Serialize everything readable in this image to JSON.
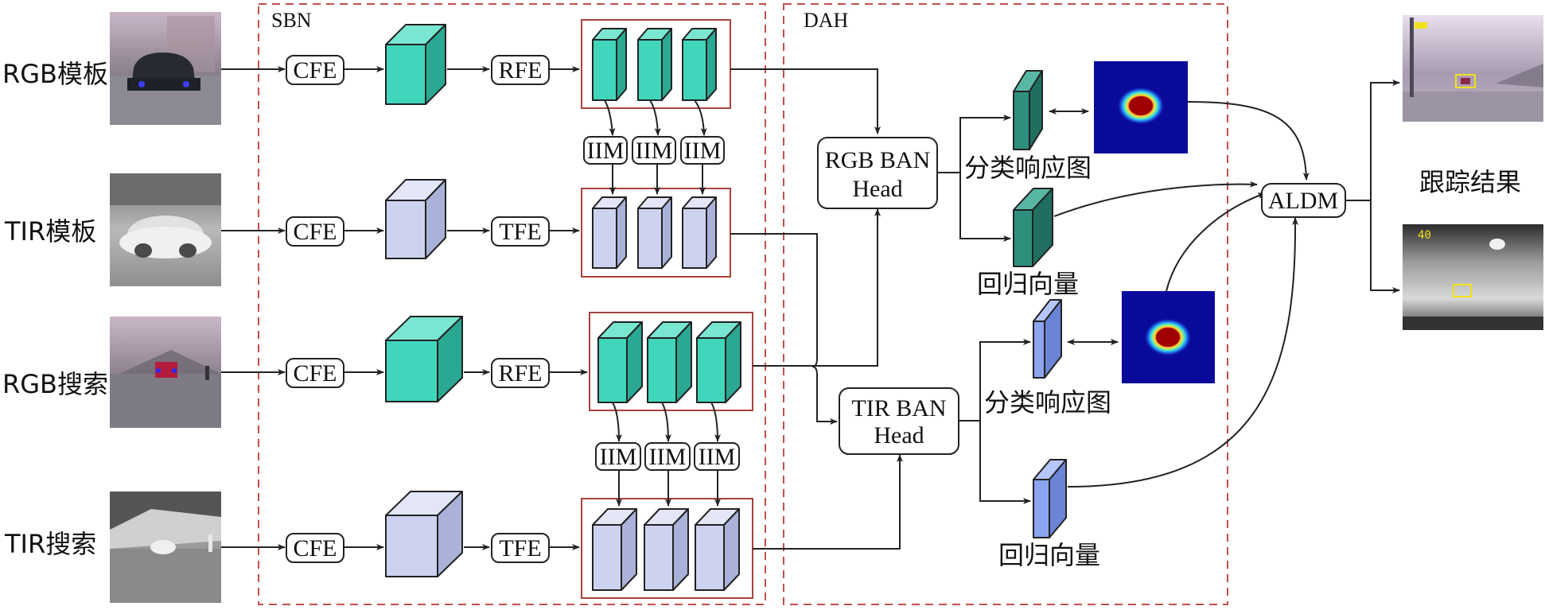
{
  "colors": {
    "teal_front": "#40d6bc",
    "teal_top": "#79e6d2",
    "teal_side": "#2aa892",
    "lav_front": "#cdd3ee",
    "lav_top": "#e2e6f7",
    "lav_side": "#aab2da",
    "dark_teal": "#2e8f7d",
    "blue_feat": "#8aa4f0",
    "dashed_border": "#c0504d",
    "stack_border": "#a8433e",
    "heatmap_bg": "#0a0a9a"
  },
  "sections": {
    "sbn": "SBN",
    "dah": "DAH"
  },
  "inputs": {
    "rgb_template": "RGB模板",
    "tir_template": "TIR模板",
    "rgb_search": "RGB搜索",
    "tir_search": "TIR搜索"
  },
  "modules": {
    "cfe": "CFE",
    "rfe": "RFE",
    "tfe": "TFE",
    "iim": "IIM",
    "rgb_ban_head": [
      "RGB BAN",
      "Head"
    ],
    "tir_ban_head": [
      "TIR BAN",
      "Head"
    ],
    "aldm": "ALDM"
  },
  "outputs": {
    "cls_map": "分类响应图",
    "reg_vector": "回归向量",
    "tracking_result": "跟踪结果",
    "tir_frame_number": "40"
  }
}
